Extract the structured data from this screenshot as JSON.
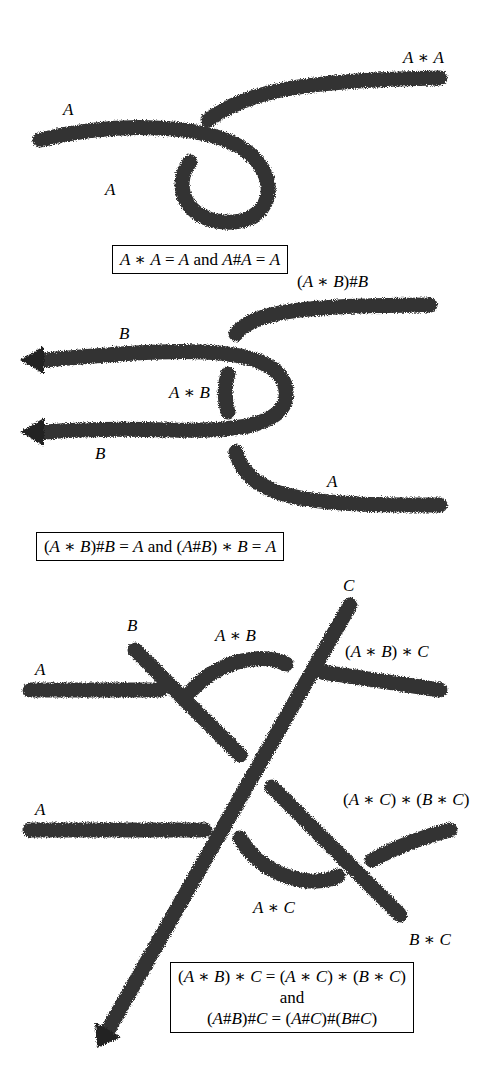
{
  "diagram": {
    "nodes": [
      {
        "text": [
          "A ∗ A = A and A#A = A"
        ]
      },
      {
        "text": [
          "(A ∗ B)#B = A and (A#B) ∗ B = A"
        ]
      },
      {
        "text": [
          "(A ∗ B) ∗ C = (A ∗ C) ∗ (B ∗ C) and (A#B)#C = (A#C)#(B#C)"
        ]
      }
    ],
    "labels": [
      "A",
      "A ∗ A",
      "A",
      "(A ∗ B)#B",
      "B",
      "A ∗ B",
      "B",
      "A",
      "C",
      "B",
      "A ∗ B",
      "A",
      "(A ∗ B) ∗ C",
      "A",
      "(A ∗ C) ∗ (B ∗ C)",
      "A ∗ C",
      "B ∗ C"
    ]
  }
}
